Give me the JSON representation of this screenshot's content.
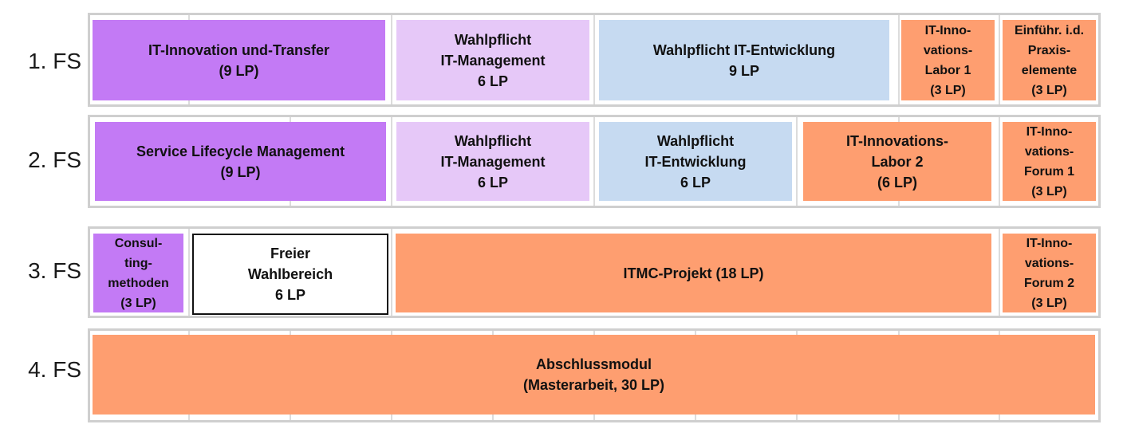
{
  "rows": [
    {
      "label": "1. FS",
      "modules": [
        {
          "text": "IT-Innovation und-Transfer\n(9 LP)"
        },
        {
          "text": "Wahlpflicht\nIT-Management\n6 LP"
        },
        {
          "text": "Wahlpflicht IT-Entwicklung\n9 LP"
        },
        {
          "text": "IT-Inno-\nvations-\nLabor 1\n(3 LP)"
        },
        {
          "text": "Einführ. i.d.\nPraxis-\nelemente\n(3 LP)"
        }
      ]
    },
    {
      "label": "2. FS",
      "modules": [
        {
          "text": "Service Lifecycle Management\n(9 LP)"
        },
        {
          "text": "Wahlpflicht\nIT-Management\n6 LP"
        },
        {
          "text": "Wahlpflicht\nIT-Entwicklung\n6 LP"
        },
        {
          "text": "IT-Innovations-\nLabor 2\n(6 LP)"
        },
        {
          "text": "IT-Inno-\nvations-\nForum 1\n(3 LP)"
        }
      ]
    },
    {
      "label": "3. FS",
      "modules": [
        {
          "text": "Consul-\nting-\nmethoden\n(3 LP)"
        },
        {
          "text": "Freier\nWahlbereich\n6 LP"
        },
        {
          "text": "ITMC-Projekt (18 LP)"
        },
        {
          "text": "IT-Inno-\nvations-\nForum 2\n(3 LP)"
        }
      ]
    },
    {
      "label": "4. FS",
      "modules": [
        {
          "text": "Abschlussmodul\n(Masterarbeit, 30 LP)"
        }
      ]
    }
  ],
  "colors": {
    "purple": "#c37af5",
    "lilac": "#e6c8f8",
    "blue": "#c6daf1",
    "orange": "#fe9e70",
    "white": "#ffffff",
    "frame": "#cfcfcf"
  }
}
